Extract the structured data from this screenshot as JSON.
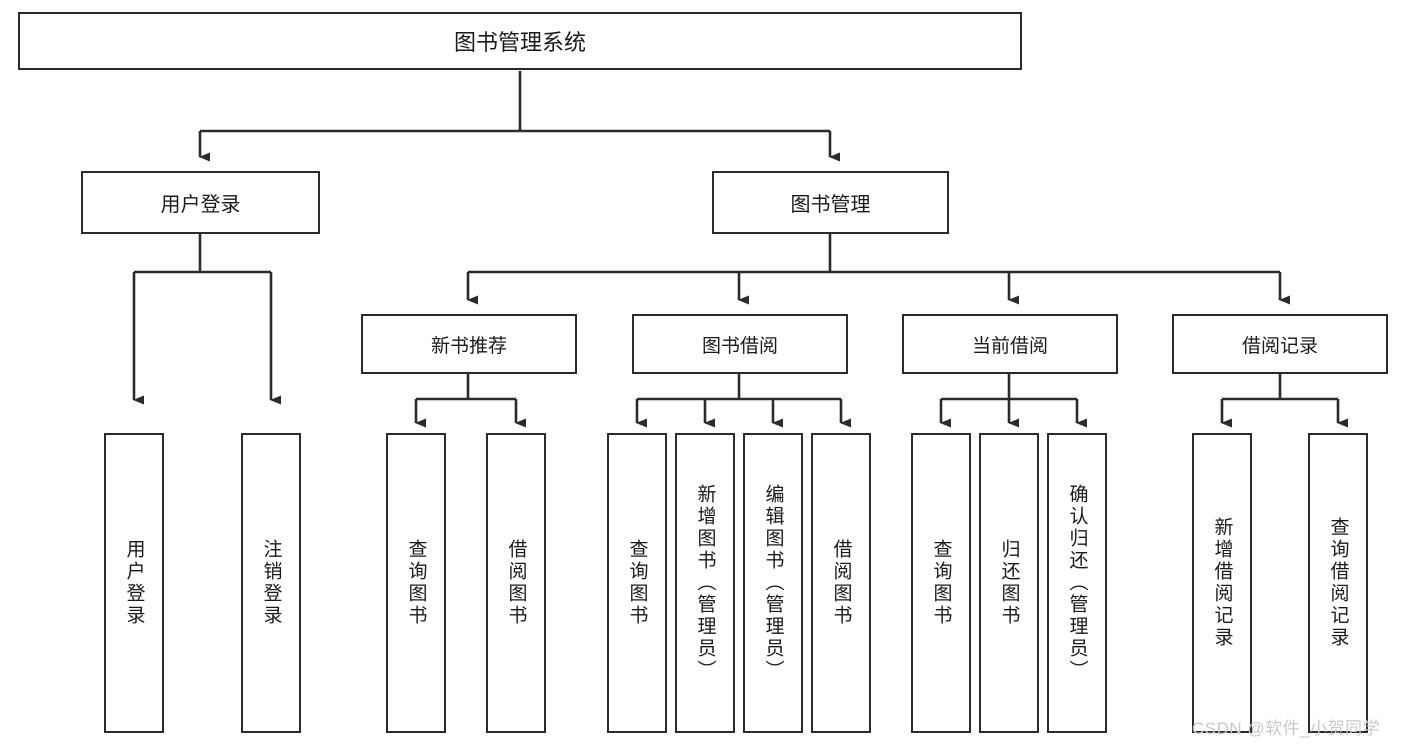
{
  "diagram": {
    "title": "图书管理系统",
    "type": "tree-hierarchy",
    "watermark": "CSDN @软件_小贺同学",
    "colors": {
      "box_border": "#2b2b2b",
      "box_fill": "#ffffff",
      "connector": "#2b2b2b",
      "text": "#1a1a1a",
      "watermark": "#c9c9c9"
    },
    "nodes": {
      "root": {
        "label": "图书管理系统"
      },
      "level1": [
        {
          "id": "user-login",
          "label": "用户登录"
        },
        {
          "id": "book-management",
          "label": "图书管理"
        }
      ],
      "level2": [
        {
          "id": "new-book-recommend",
          "label": "新书推荐"
        },
        {
          "id": "book-borrow",
          "label": "图书借阅"
        },
        {
          "id": "current-borrow",
          "label": "当前借阅"
        },
        {
          "id": "borrow-record",
          "label": "借阅记录"
        }
      ],
      "leaves": {
        "user-login": [
          {
            "id": "leaf-user-login",
            "label": "用户登录"
          },
          {
            "id": "leaf-logout-login",
            "label": "注销登录"
          }
        ],
        "new-book-recommend": [
          {
            "id": "leaf-query-books-1",
            "label": "查询图书"
          },
          {
            "id": "leaf-borrow-books-1",
            "label": "借阅图书"
          }
        ],
        "book-borrow": [
          {
            "id": "leaf-query-books-2",
            "label": "查询图书"
          },
          {
            "id": "leaf-add-book",
            "label": "新增图书（管理员）"
          },
          {
            "id": "leaf-edit-book",
            "label": "编辑图书（管理员）"
          },
          {
            "id": "leaf-borrow-books-2",
            "label": "借阅图书"
          }
        ],
        "current-borrow": [
          {
            "id": "leaf-query-books-3",
            "label": "查询图书"
          },
          {
            "id": "leaf-return-book",
            "label": "归还图书"
          },
          {
            "id": "leaf-confirm-return",
            "label": "确认归还（管理员）"
          }
        ],
        "borrow-record": [
          {
            "id": "leaf-add-record",
            "label": "新增借阅记录"
          },
          {
            "id": "leaf-query-record",
            "label": "查询借阅记录"
          }
        ]
      }
    }
  }
}
